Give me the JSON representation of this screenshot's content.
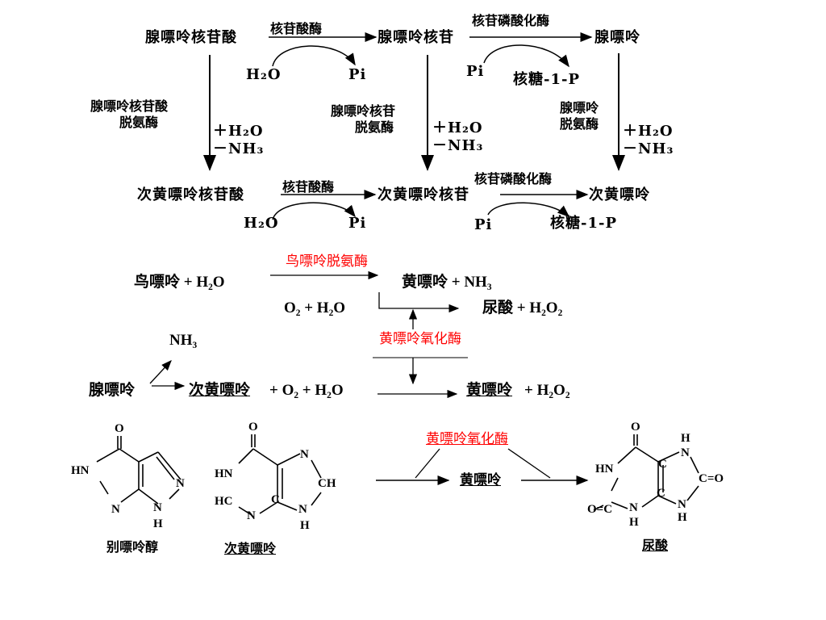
{
  "top": {
    "row1": {
      "c1": "腺嘌呤核苷酸",
      "e1": "核苷酸酶",
      "c2": "腺嘌呤核苷",
      "e2": "核苷磷酸化酶",
      "c3": "腺嘌呤",
      "h2o": "H₂O",
      "pi1": "Pi",
      "pi2": "Pi",
      "ribose": "核糖-1-P"
    },
    "vert": {
      "en1a": "腺嘌呤核苷酸",
      "en1b": "脱氨酶",
      "en2a": "腺嘌呤核苷",
      "en2b": "脱氨酶",
      "en3a": "腺嘌呤",
      "en3b": "脱氨酶",
      "plus_h2o": "＋H₂O",
      "minus_nh3": "－NH₃"
    },
    "row2": {
      "c1": "次黄嘌呤核苷酸",
      "e1": "核苷酸酶",
      "c2": "次黄嘌呤核苷",
      "e2": "核苷磷酸化酶",
      "c3": "次黄嘌呤",
      "h2o": "H₂O",
      "pi1": "Pi",
      "pi2": "Pi",
      "ribose": "核糖-1-P"
    }
  },
  "mid": {
    "eq1_left": "鸟嘌呤 + H₂O",
    "eq1_enzyme": "鸟嘌呤脱氨酶",
    "eq1_right": "黄嘌呤 + NH₃",
    "eq2_left": "O₂ + H₂O",
    "eq2_right": "尿酸 + H₂O₂",
    "xo_label": "黄嘌呤氧化酶",
    "nh3": "NH₃",
    "adenine": "腺嘌呤",
    "hypox": "次黄嘌呤",
    "eq3_mid": " + O₂ + H₂O",
    "eq3_right_a": "黄嘌呤",
    "eq3_right_b": " + H₂O₂"
  },
  "bottom": {
    "allopurinol": "别嘌呤醇",
    "hypoxanthine": "次黄嘌呤",
    "enzyme": "黄嘌呤氧化酶",
    "xanthine": "黄嘌呤",
    "uric_acid": "尿酸",
    "atoms": {
      "O": "O",
      "HN": "HN",
      "N": "N",
      "H": "H",
      "HC": "HC",
      "C": "C",
      "CH": "CH",
      "CO": "C=O",
      "OC": "O=C"
    }
  },
  "colors": {
    "enzyme_text": "#ff0000",
    "ink": "#000000"
  }
}
